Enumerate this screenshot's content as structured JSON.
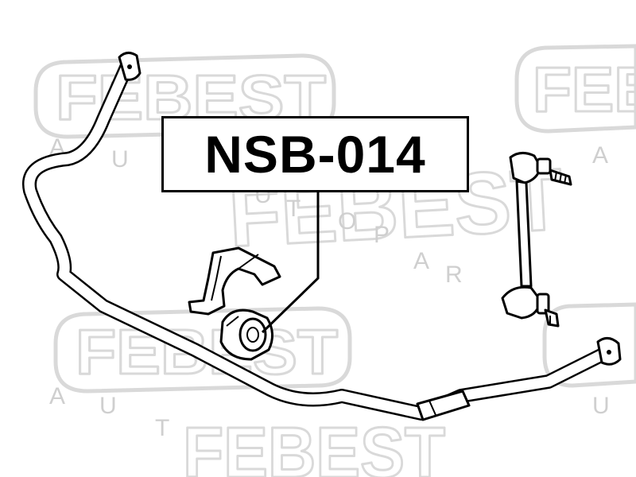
{
  "part_number": "NSB-014",
  "watermark": {
    "brand": "FEBEST",
    "subtitle_letters": [
      "A",
      "U",
      "T",
      "O",
      "P",
      "A",
      "R",
      "T",
      "S"
    ],
    "color": "#d9d9d9"
  },
  "colors": {
    "ink": "#000000",
    "background": "#ffffff"
  },
  "icons": [
    "stabilizer-bar-icon",
    "stabilizer-bushing-icon",
    "stabilizer-link-icon",
    "bushing-clamp-bracket-icon"
  ]
}
